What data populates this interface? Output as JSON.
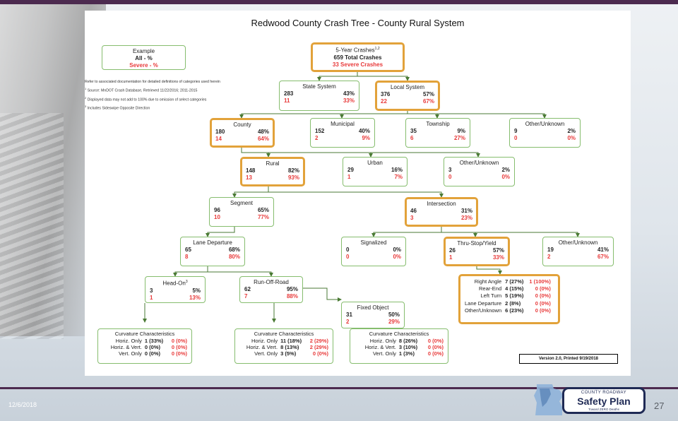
{
  "title": "Redwood County Crash Tree - County Rural System",
  "example": {
    "name": "Example",
    "line1": "All - %",
    "line2": "Severe - %"
  },
  "notes": [
    "Refer to associated documentation for detailed definitions of categories used herein",
    "Source: MnDOT Crash Database, Retrieved 11/22/2016; 2011-2015",
    "Displayed data may not add to 100% due to omission of select categories",
    "Includes Sideswipe Opposite Direction"
  ],
  "note_marks": [
    "1",
    "2",
    "3"
  ],
  "root": {
    "name": "5-Year Crashes",
    "sup": "1,2",
    "total": "659 Total Crashes",
    "severe": "33 Severe Crashes"
  },
  "nodes": {
    "state_system": {
      "name": "State System",
      "all": "283",
      "all_pct": "43%",
      "sev": "11",
      "sev_pct": "33%"
    },
    "local_system": {
      "name": "Local System",
      "all": "376",
      "all_pct": "57%",
      "sev": "22",
      "sev_pct": "67%"
    },
    "county": {
      "name": "County",
      "all": "180",
      "all_pct": "48%",
      "sev": "14",
      "sev_pct": "64%"
    },
    "municipal": {
      "name": "Municipal",
      "all": "152",
      "all_pct": "40%",
      "sev": "2",
      "sev_pct": "9%"
    },
    "township": {
      "name": "Township",
      "all": "35",
      "all_pct": "9%",
      "sev": "6",
      "sev_pct": "27%"
    },
    "other_unknown_1": {
      "name": "Other/Unknown",
      "all": "9",
      "all_pct": "2%",
      "sev": "0",
      "sev_pct": "0%"
    },
    "rural": {
      "name": "Rural",
      "all": "148",
      "all_pct": "82%",
      "sev": "13",
      "sev_pct": "93%"
    },
    "urban": {
      "name": "Urban",
      "all": "29",
      "all_pct": "16%",
      "sev": "1",
      "sev_pct": "7%"
    },
    "other_unknown_2": {
      "name": "Other/Unknown",
      "all": "3",
      "all_pct": "2%",
      "sev": "0",
      "sev_pct": "0%"
    },
    "segment": {
      "name": "Segment",
      "all": "96",
      "all_pct": "65%",
      "sev": "10",
      "sev_pct": "77%"
    },
    "intersection": {
      "name": "Intersection",
      "all": "46",
      "all_pct": "31%",
      "sev": "3",
      "sev_pct": "23%"
    },
    "lane_departure": {
      "name": "Lane Departure",
      "all": "65",
      "all_pct": "68%",
      "sev": "8",
      "sev_pct": "80%"
    },
    "signalized": {
      "name": "Signalized",
      "all": "0",
      "all_pct": "0%",
      "sev": "0",
      "sev_pct": "0%"
    },
    "thru_stop_yield": {
      "name": "Thru-Stop/Yield",
      "all": "26",
      "all_pct": "57%",
      "sev": "1",
      "sev_pct": "33%"
    },
    "other_unknown_3": {
      "name": "Other/Unknown",
      "all": "19",
      "all_pct": "41%",
      "sev": "2",
      "sev_pct": "67%"
    },
    "head_on": {
      "name": "Head-On",
      "sup": "3",
      "all": "3",
      "all_pct": "5%",
      "sev": "1",
      "sev_pct": "13%"
    },
    "run_off_road": {
      "name": "Run-Off-Road",
      "all": "62",
      "all_pct": "95%",
      "sev": "7",
      "sev_pct": "88%"
    },
    "fixed_object": {
      "name": "Fixed Object",
      "all": "31",
      "all_pct": "50%",
      "sev": "2",
      "sev_pct": "29%"
    }
  },
  "intersection_types": [
    {
      "label": "Right Angle",
      "all": "7 (27%)",
      "sev": "1 (100%)"
    },
    {
      "label": "Rear-End",
      "all": "4 (15%)",
      "sev": "0 (0%)"
    },
    {
      "label": "Left Turn",
      "all": "5 (19%)",
      "sev": "0 (0%)"
    },
    {
      "label": "Lane Departure",
      "all": "2 (8%)",
      "sev": "0 (0%)"
    },
    {
      "label": "Other/Unknown",
      "all": "6 (23%)",
      "sev": "0 (0%)"
    }
  ],
  "curvature": {
    "title": "Curvature Characteristics",
    "head_on": [
      {
        "label": "Horiz. Only",
        "all": "1 (33%)",
        "sev": "0 (0%)"
      },
      {
        "label": "Horiz. & Vert.",
        "all": "0 (0%)",
        "sev": "0 (0%)"
      },
      {
        "label": "Vert. Only",
        "all": "0 (0%)",
        "sev": "0 (0%)"
      }
    ],
    "run_off_road": [
      {
        "label": "Horiz. Only",
        "all": "11 (18%)",
        "sev": "2 (29%)"
      },
      {
        "label": "Horiz. & Vert.",
        "all": "8 (13%)",
        "sev": "2 (29%)"
      },
      {
        "label": "Vert. Only",
        "all": "3 (5%)",
        "sev": "0 (0%)"
      }
    ],
    "fixed_object": [
      {
        "label": "Horiz. Only",
        "all": "8 (26%)",
        "sev": "0 (0%)"
      },
      {
        "label": "Horiz. & Vert.",
        "all": "3 (10%)",
        "sev": "0 (0%)"
      },
      {
        "label": "Vert. Only",
        "all": "1 (3%)",
        "sev": "0 (0%)"
      }
    ]
  },
  "version": "Version 2.0, Printed 9/19/2018",
  "footer": {
    "date": "12/6/2018",
    "page": "27"
  },
  "logo": {
    "line1": "COUNTY ROADWAY",
    "line2": "Safety Plan",
    "line3": "Toward ZERO Deaths"
  },
  "colors": {
    "highlight": "#e2a23a",
    "node_border": "#86bd6e",
    "severe": "#e83a3a",
    "connector": "#4a7a34",
    "accent_bar": "#4c2a4f"
  }
}
